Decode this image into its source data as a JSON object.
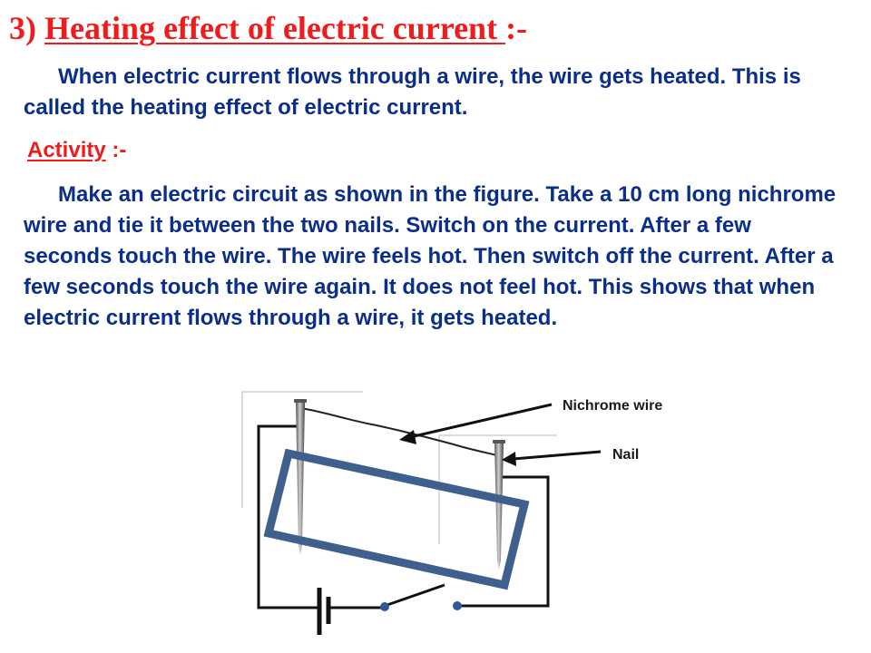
{
  "title": {
    "number": "3)",
    "heading": "Heating effect of electric current ",
    "suffix": ":-"
  },
  "intro": "When electric current flows through a wire, the wire gets heated. This is called the heating effect of electric current.",
  "activity": {
    "label": "Activity",
    "suffix": " :-"
  },
  "activity_text": "Make an electric circuit as shown in the figure. Take a 10 cm long nichrome wire and tie it between the two nails. Switch on the current. After a few seconds touch the wire. The wire feels hot. Then switch off the current. After a few seconds touch the wire again. It does not feel hot. This shows that when electric current flows through a wire, it gets heated.",
  "diagram": {
    "labels": {
      "nichrome_wire": "Nichrome wire",
      "nail": "Nail"
    },
    "colors": {
      "frame": "#3f5f8c",
      "circuit": "#111111",
      "switch_contact": "#2f5896",
      "nail_shaft": "#8a8a8a"
    }
  }
}
